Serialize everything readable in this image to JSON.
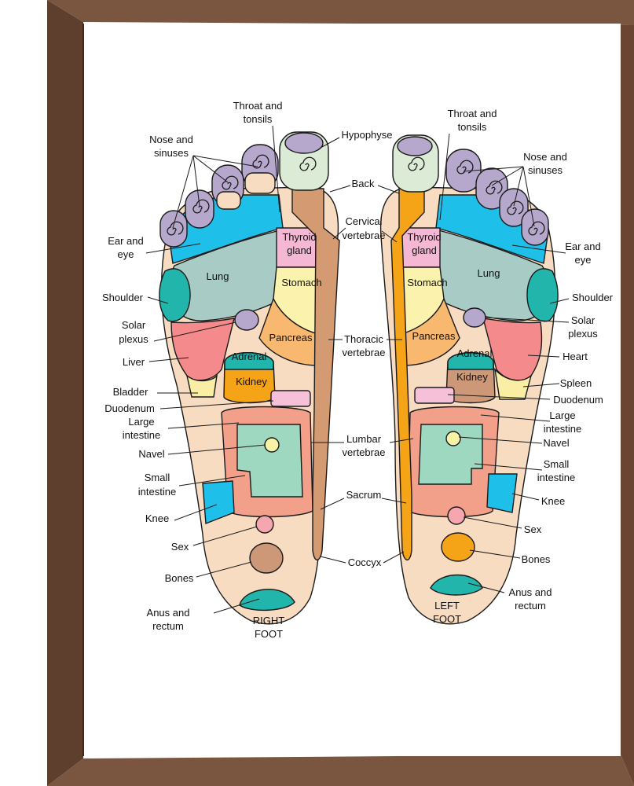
{
  "frame": {
    "outer_color": "#7a5540",
    "inner_color": "#5e3e2c",
    "edge_color": "#9a7762"
  },
  "colors": {
    "skin": "#f8dcc2",
    "toe": "#b6a8cc",
    "toe_big": "#dcebd6",
    "cyan": "#1ec0ea",
    "lung": "#a8cbc6",
    "teal": "#22b5ac",
    "thyroid": "#f4b8d4",
    "stomach": "#fbf2ae",
    "pancreas": "#f8b870",
    "liver": "#f48a8c",
    "bladder": "#f9eea4",
    "kidney": "#f5a418",
    "adrenal": "#22b5ac",
    "duodenum": "#f6c0d8",
    "large_intestine": "#f2a08a",
    "small_intestine": "#9ed8c0",
    "navel": "#f8f3a4",
    "knee": "#1ec0ea",
    "sex": "#f6a6ae",
    "bones": "#cc9878",
    "anus": "#22b5ac",
    "spine_right": "#d49a72",
    "spine_left": "#f5a418",
    "solar": "#b6a8cc",
    "heart": "#f48a8c",
    "kidney_left": "#cc9878"
  },
  "right_foot": {
    "title_line1": "RIGHT",
    "title_line2": "FOOT",
    "labels": {
      "throat_1": "Throat and",
      "throat_2": "tonsils",
      "nose_1": "Nose and",
      "nose_2": "sinuses",
      "ear_1": "Ear and",
      "ear_2": "eye",
      "shoulder": "Shoulder",
      "solar_1": "Solar",
      "solar_2": "plexus",
      "liver": "Liver",
      "bladder": "Bladder",
      "duodenum": "Duodenum",
      "large_1": "Large",
      "large_2": "intestine",
      "navel": "Navel",
      "small_1": "Small",
      "small_2": "intestine",
      "knee": "Knee",
      "sex": "Sex",
      "bones": "Bones",
      "anus_1": "Anus and",
      "anus_2": "rectum"
    },
    "inner": {
      "lung": "Lung",
      "thyroid_1": "Thyroid",
      "thyroid_2": "gland",
      "stomach": "Stomach",
      "pancreas": "Pancreas",
      "adrenal": "Adrenal",
      "kidney": "Kidney"
    }
  },
  "center_labels": {
    "hypophyse": "Hypophyse",
    "back": "Back",
    "cervical_1": "Cervical",
    "cervical_2": "vertebrae",
    "thoracic_1": "Thoracic",
    "thoracic_2": "vertebrae",
    "lumbar_1": "Lumbar",
    "lumbar_2": "vertebrae",
    "sacrum": "Sacrum",
    "coccyx": "Coccyx"
  },
  "left_foot": {
    "title_line1": "LEFT",
    "title_line2": "FOOT",
    "labels": {
      "throat_1": "Throat and",
      "throat_2": "tonsils",
      "nose_1": "Nose and",
      "nose_2": "sinuses",
      "ear_1": "Ear and",
      "ear_2": "eye",
      "shoulder": "Shoulder",
      "solar_1": "Solar",
      "solar_2": "plexus",
      "heart": "Heart",
      "spleen": "Spleen",
      "duodenum": "Duodenum",
      "large_1": "Large",
      "large_2": "intestine",
      "navel": "Navel",
      "small_1": "Small",
      "small_2": "intestine",
      "knee": "Knee",
      "sex": "Sex",
      "bones": "Bones",
      "anus_1": "Anus and",
      "anus_2": "rectum"
    },
    "inner": {
      "lung": "Lung",
      "thyroid_1": "Thyroid",
      "thyroid_2": "gland",
      "stomach": "Stomach",
      "pancreas": "Pancreas",
      "adrenal": "Adrenal",
      "kidney": "Kidney"
    }
  }
}
